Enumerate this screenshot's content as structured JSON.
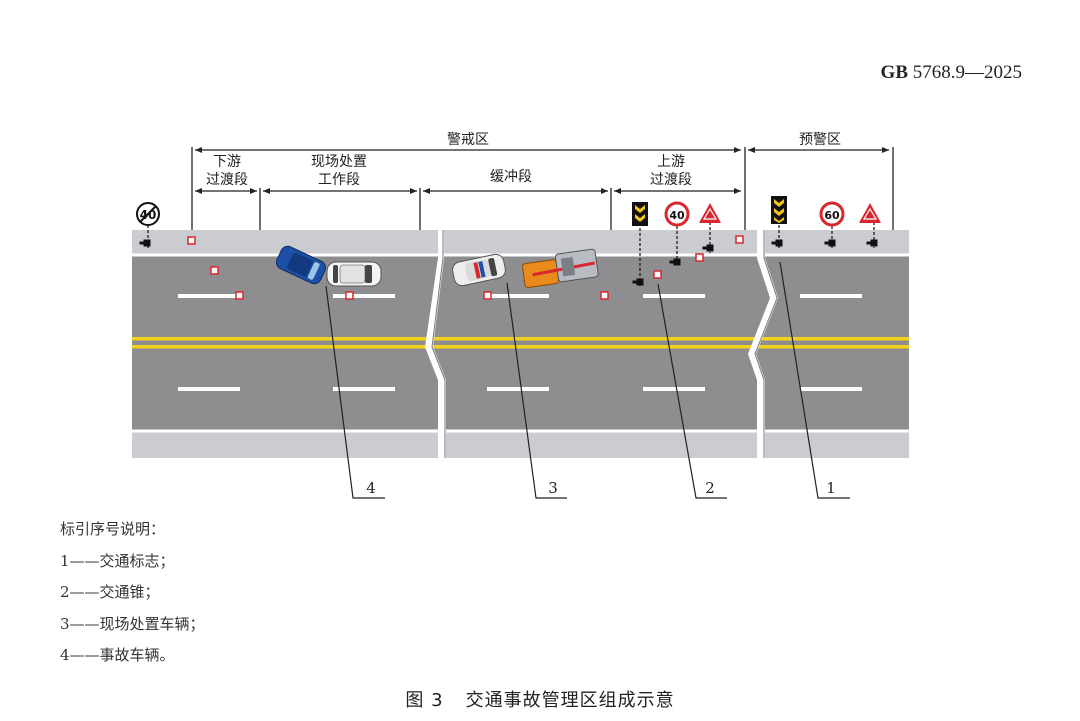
{
  "header": {
    "std_prefix": "GB",
    "std_number": "5768.9—2025"
  },
  "zones": {
    "warning_zone": "警戒区",
    "pre_warning_zone": "预警区",
    "downstream_transition": "下游\n过渡段",
    "work_section": "现场处置\n工作段",
    "buffer_section": "缓冲段",
    "upstream_transition": "上游\n过渡段"
  },
  "signs": {
    "downstream_speed_end": "40",
    "upstream_speed": "40",
    "prewarning_speed": "60"
  },
  "callouts": [
    "1",
    "2",
    "3",
    "4"
  ],
  "legend": {
    "title": "标引序号说明：",
    "items": [
      "1——交通标志；",
      "2——交通锥；",
      "3——现场处置车辆；",
      "4——事故车辆。"
    ]
  },
  "caption": {
    "figure": "图 3",
    "title": "交通事故管理区组成示意"
  },
  "colors": {
    "road": "#8e8e90",
    "shoulder": "#cbccd1",
    "center_line": "#f2d31a",
    "lane_mark": "#ffffff",
    "sign_red": "#d8282e",
    "chevron_yellow": "#f0c419",
    "accident_car": "#1d4fa6",
    "tow_truck": "#e88a1c"
  }
}
